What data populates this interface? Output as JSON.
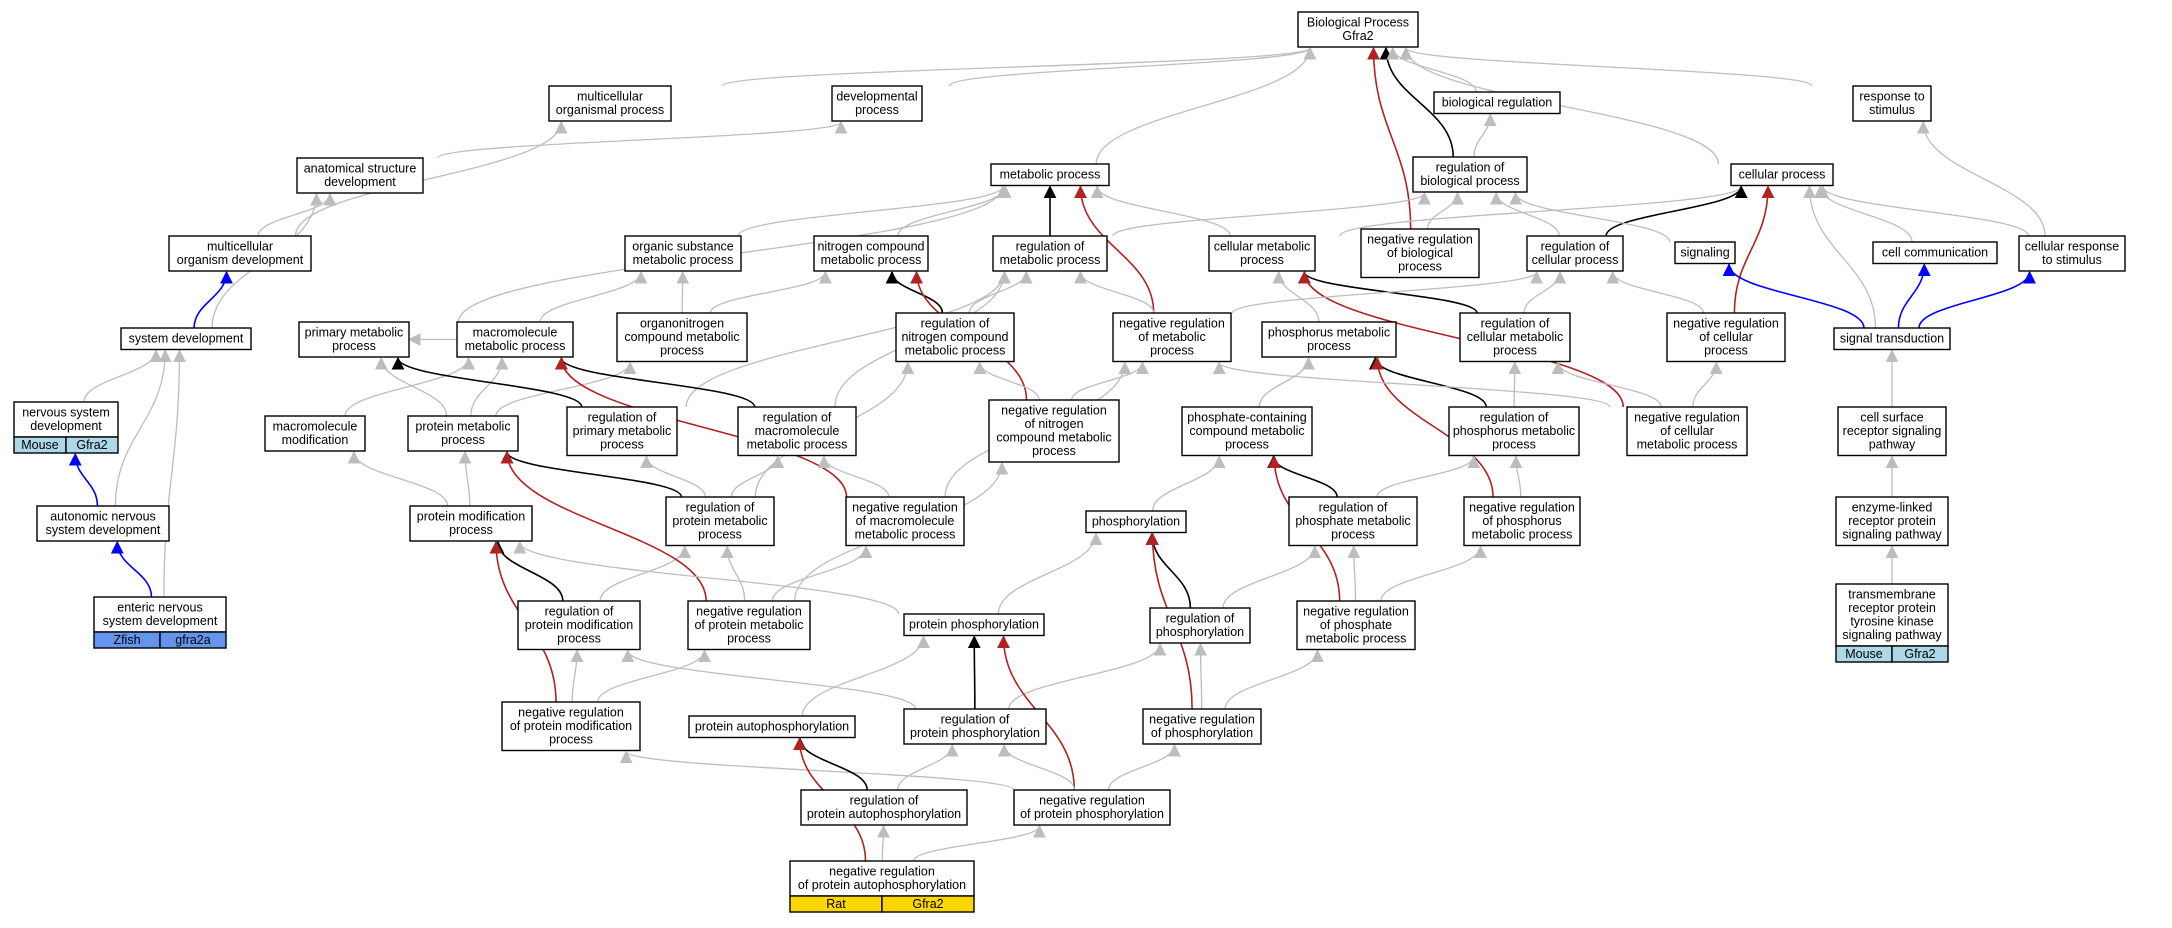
{
  "title": "Biological Process Gfra2",
  "colors": {
    "is_a": "#bdbdbd",
    "part_of": "#000000",
    "negatively_regulates": "#b22222",
    "positively_regulates": "#0000ff",
    "species_mouse": "#add8e6",
    "species_zfish": "#6495ed",
    "species_rat": "#ffd700"
  },
  "nodes": {
    "bp": {
      "lines": [
        "Biological Process",
        "Gfra2"
      ]
    },
    "multicell": {
      "lines": [
        "multicellular",
        "organismal process"
      ]
    },
    "developmental": {
      "lines": [
        "developmental",
        "process"
      ]
    },
    "bioreg": {
      "lines": [
        "biological regulation"
      ]
    },
    "response": {
      "lines": [
        "response to",
        "stimulus"
      ]
    },
    "anatomical": {
      "lines": [
        "anatomical structure",
        "development"
      ]
    },
    "metabolic": {
      "lines": [
        "metabolic process"
      ]
    },
    "regbio": {
      "lines": [
        "regulation of",
        "biological process"
      ]
    },
    "cellular": {
      "lines": [
        "cellular process"
      ]
    },
    "multiorg": {
      "lines": [
        "multicellular",
        "organism development"
      ]
    },
    "organic": {
      "lines": [
        "organic substance",
        "metabolic process"
      ]
    },
    "nitrogen": {
      "lines": [
        "nitrogen compound",
        "metabolic process"
      ]
    },
    "regmetab": {
      "lines": [
        "regulation of",
        "metabolic process"
      ]
    },
    "cellmetab": {
      "lines": [
        "cellular metabolic",
        "process"
      ]
    },
    "negbio": {
      "lines": [
        "negative regulation",
        "of biological",
        "process"
      ]
    },
    "regcell": {
      "lines": [
        "regulation of",
        "cellular process"
      ]
    },
    "signaling": {
      "lines": [
        "signaling"
      ]
    },
    "cellcomm": {
      "lines": [
        "cell communication"
      ]
    },
    "cellresp": {
      "lines": [
        "cellular response",
        "to stimulus"
      ]
    },
    "sysdev": {
      "lines": [
        "system development"
      ]
    },
    "primary": {
      "lines": [
        "primary metabolic",
        "process"
      ]
    },
    "macro": {
      "lines": [
        "macromolecule",
        "metabolic process"
      ]
    },
    "organonitro": {
      "lines": [
        "organonitrogen",
        "compound metabolic",
        "process"
      ]
    },
    "regnitro": {
      "lines": [
        "regulation of",
        "nitrogen compound",
        "metabolic process"
      ]
    },
    "negmetab": {
      "lines": [
        "negative regulation",
        "of metabolic",
        "process"
      ]
    },
    "phosmetab": {
      "lines": [
        "phosphorus metabolic",
        "process"
      ]
    },
    "regcellmetab": {
      "lines": [
        "regulation of",
        "cellular metabolic",
        "process"
      ]
    },
    "negcell": {
      "lines": [
        "negative regulation",
        "of cellular",
        "process"
      ]
    },
    "sigtrans": {
      "lines": [
        "signal transduction"
      ]
    },
    "nsdev": {
      "lines": [
        "nervous system",
        "development"
      ],
      "species": [
        "Mouse",
        "Gfra2"
      ]
    },
    "macromod": {
      "lines": [
        "macromolecule",
        "modification"
      ]
    },
    "protmetab": {
      "lines": [
        "protein metabolic",
        "process"
      ]
    },
    "regprim": {
      "lines": [
        "regulation of",
        "primary metabolic",
        "process"
      ]
    },
    "regmacro": {
      "lines": [
        "regulation of",
        "macromolecule",
        "metabolic process"
      ]
    },
    "negnitro": {
      "lines": [
        "negative regulation",
        "of nitrogen",
        "compound metabolic",
        "process"
      ]
    },
    "phoscont": {
      "lines": [
        "phosphate-containing",
        "compound metabolic",
        "process"
      ]
    },
    "regphos": {
      "lines": [
        "regulation of",
        "phosphorus metabolic",
        "process"
      ]
    },
    "negcellmetab": {
      "lines": [
        "negative regulation",
        "of cellular",
        "metabolic process"
      ]
    },
    "csrsp": {
      "lines": [
        "cell surface",
        "receptor signaling",
        "pathway"
      ]
    },
    "ansdev": {
      "lines": [
        "autonomic nervous",
        "system development"
      ]
    },
    "protmod": {
      "lines": [
        "protein modification",
        "process"
      ]
    },
    "regprotmetab": {
      "lines": [
        "regulation of",
        "protein metabolic",
        "process"
      ]
    },
    "negmacro": {
      "lines": [
        "negative regulation",
        "of macromolecule",
        "metabolic process"
      ]
    },
    "phosphorylation": {
      "lines": [
        "phosphorylation"
      ]
    },
    "regphosphate": {
      "lines": [
        "regulation of",
        "phosphate metabolic",
        "process"
      ]
    },
    "negphosmetab": {
      "lines": [
        "negative regulation",
        "of phosphorus",
        "metabolic process"
      ]
    },
    "enzyme": {
      "lines": [
        "enzyme-linked",
        "receptor protein",
        "signaling pathway"
      ]
    },
    "ensdev": {
      "lines": [
        "enteric nervous",
        "system development"
      ],
      "species": [
        "Zfish",
        "gfra2a"
      ]
    },
    "regprotmod": {
      "lines": [
        "regulation of",
        "protein modification",
        "process"
      ]
    },
    "negprotmetab": {
      "lines": [
        "negative regulation",
        "of protein metabolic",
        "process"
      ]
    },
    "protphos": {
      "lines": [
        "protein phosphorylation"
      ]
    },
    "regphosph": {
      "lines": [
        "regulation of",
        "phosphorylation"
      ]
    },
    "negphosphate": {
      "lines": [
        "negative regulation",
        "of phosphate",
        "metabolic process"
      ]
    },
    "tmrptk": {
      "lines": [
        "transmembrane",
        "receptor protein",
        "tyrosine kinase",
        "signaling pathway"
      ],
      "species": [
        "Mouse",
        "Gfra2"
      ]
    },
    "negprotmod": {
      "lines": [
        "negative regulation",
        "of protein modification",
        "process"
      ]
    },
    "protautophos": {
      "lines": [
        "protein autophosphorylation"
      ]
    },
    "regprotphos": {
      "lines": [
        "regulation of",
        "protein phosphorylation"
      ]
    },
    "negphosph": {
      "lines": [
        "negative regulation",
        "of phosphorylation"
      ]
    },
    "regautophos": {
      "lines": [
        "regulation of",
        "protein autophosphorylation"
      ]
    },
    "negprotphos": {
      "lines": [
        "negative regulation",
        "of protein phosphorylation"
      ]
    },
    "negautophos": {
      "lines": [
        "negative regulation",
        "of protein autophosphorylation"
      ],
      "species": [
        "Rat",
        "Gfra2"
      ]
    }
  }
}
